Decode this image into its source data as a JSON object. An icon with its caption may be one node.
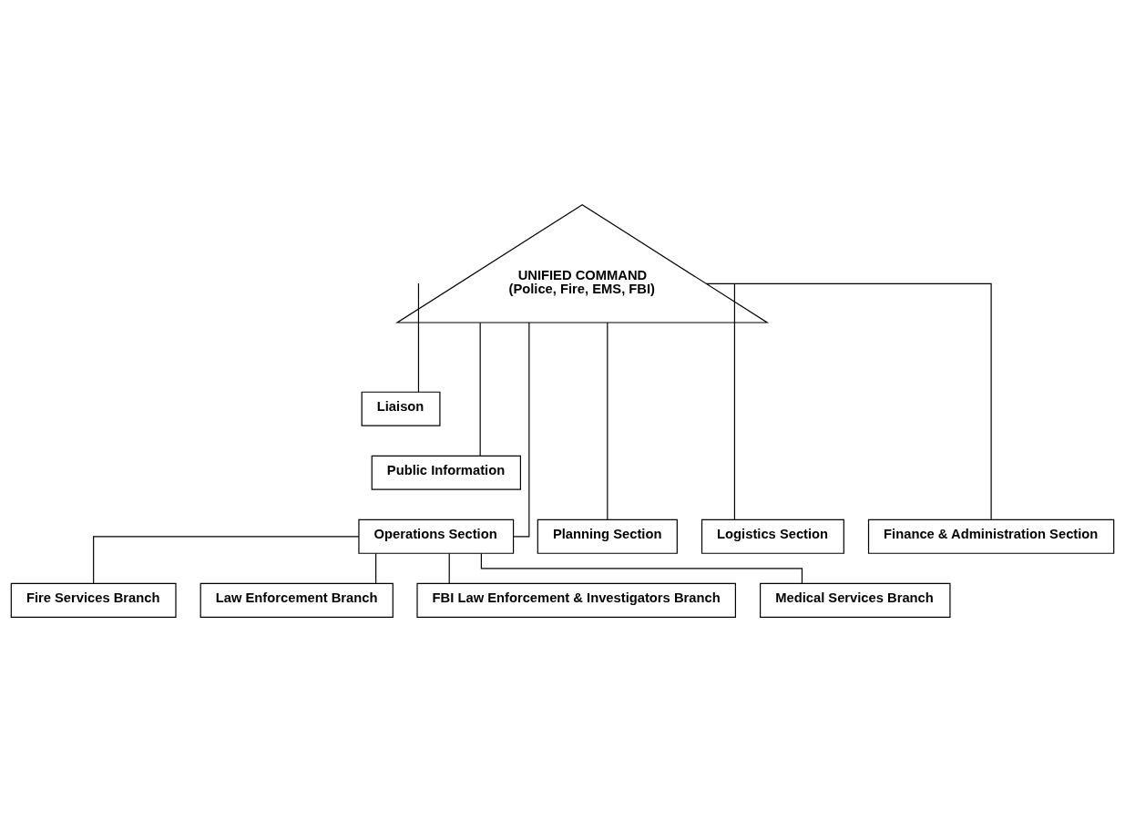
{
  "diagram": {
    "nodes": [
      {
        "text": [
          "UNIFIED COMMAND",
          "(Police, Fire, EMS, FBI)"
        ]
      },
      {
        "text": [
          "Liaison"
        ]
      },
      {
        "text": [
          "Public Information"
        ]
      },
      {
        "text": [
          "Operations Section"
        ]
      },
      {
        "text": [
          "Planning Section"
        ]
      },
      {
        "text": [
          "Logistics Section"
        ]
      },
      {
        "text": [
          "Finance & Administration Section"
        ]
      },
      {
        "text": [
          "Fire Services Branch"
        ]
      },
      {
        "text": [
          "Law Enforcement Branch"
        ]
      },
      {
        "text": [
          "FBI Law Enforcement & Investigators Branch"
        ]
      },
      {
        "text": [
          "Medical Services Branch"
        ]
      }
    ],
    "edges": [
      {
        "from": 0,
        "to": 1,
        "arrow": "none"
      },
      {
        "from": 0,
        "to": 2,
        "arrow": "none"
      },
      {
        "from": 0,
        "to": 3,
        "arrow": "none"
      },
      {
        "from": 0,
        "to": 4,
        "arrow": "none"
      },
      {
        "from": 0,
        "to": 5,
        "arrow": "none"
      },
      {
        "from": 0,
        "to": 6,
        "arrow": "none"
      },
      {
        "from": 3,
        "to": 7,
        "arrow": "none"
      },
      {
        "from": 3,
        "to": 8,
        "arrow": "none"
      },
      {
        "from": 3,
        "to": 9,
        "arrow": "none"
      },
      {
        "from": 3,
        "to": 10,
        "arrow": "none"
      }
    ]
  }
}
